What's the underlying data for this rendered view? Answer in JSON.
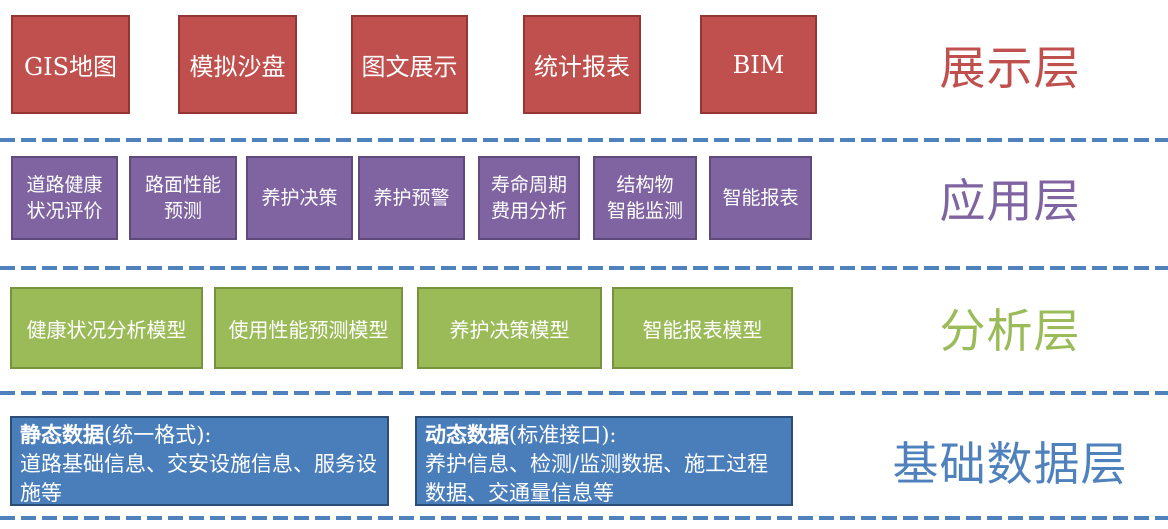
{
  "diagram": {
    "divider_color": "#4F81BD",
    "background": "#FFFFFF"
  },
  "layers": [
    {
      "name": "展示层",
      "color": "#C0504D",
      "border_color": "#943634",
      "boxes": [
        "GIS地图",
        "模拟沙盘",
        "图文展示",
        "统计报表",
        "BIM"
      ]
    },
    {
      "name": "应用层",
      "color": "#8064A2",
      "border_color": "#60497B",
      "boxes": [
        "道路健康\n状况评价",
        "路面性能\n预测",
        "养护决策",
        "养护预警",
        "寿命周期\n费用分析",
        "结构物\n智能监测",
        "智能报表"
      ]
    },
    {
      "name": "分析层",
      "color": "#9BBB59",
      "border_color": "#77933C",
      "boxes": [
        "健康状况分析模型",
        "使用性能预测模型",
        "养护决策模型",
        "智能报表模型"
      ]
    },
    {
      "name": "基础数据层",
      "color": "#4F81BD",
      "border_color": "#2C4D75",
      "boxes": [
        {
          "title": "静态数据",
          "paren": "(统一格式):",
          "body": "道路基础信息、交安设施信息、服务设施等"
        },
        {
          "title": "动态数据",
          "paren": "(标准接口):",
          "body": "养护信息、检测/监测数据、施工过程数据、交通量信息等"
        }
      ]
    }
  ]
}
